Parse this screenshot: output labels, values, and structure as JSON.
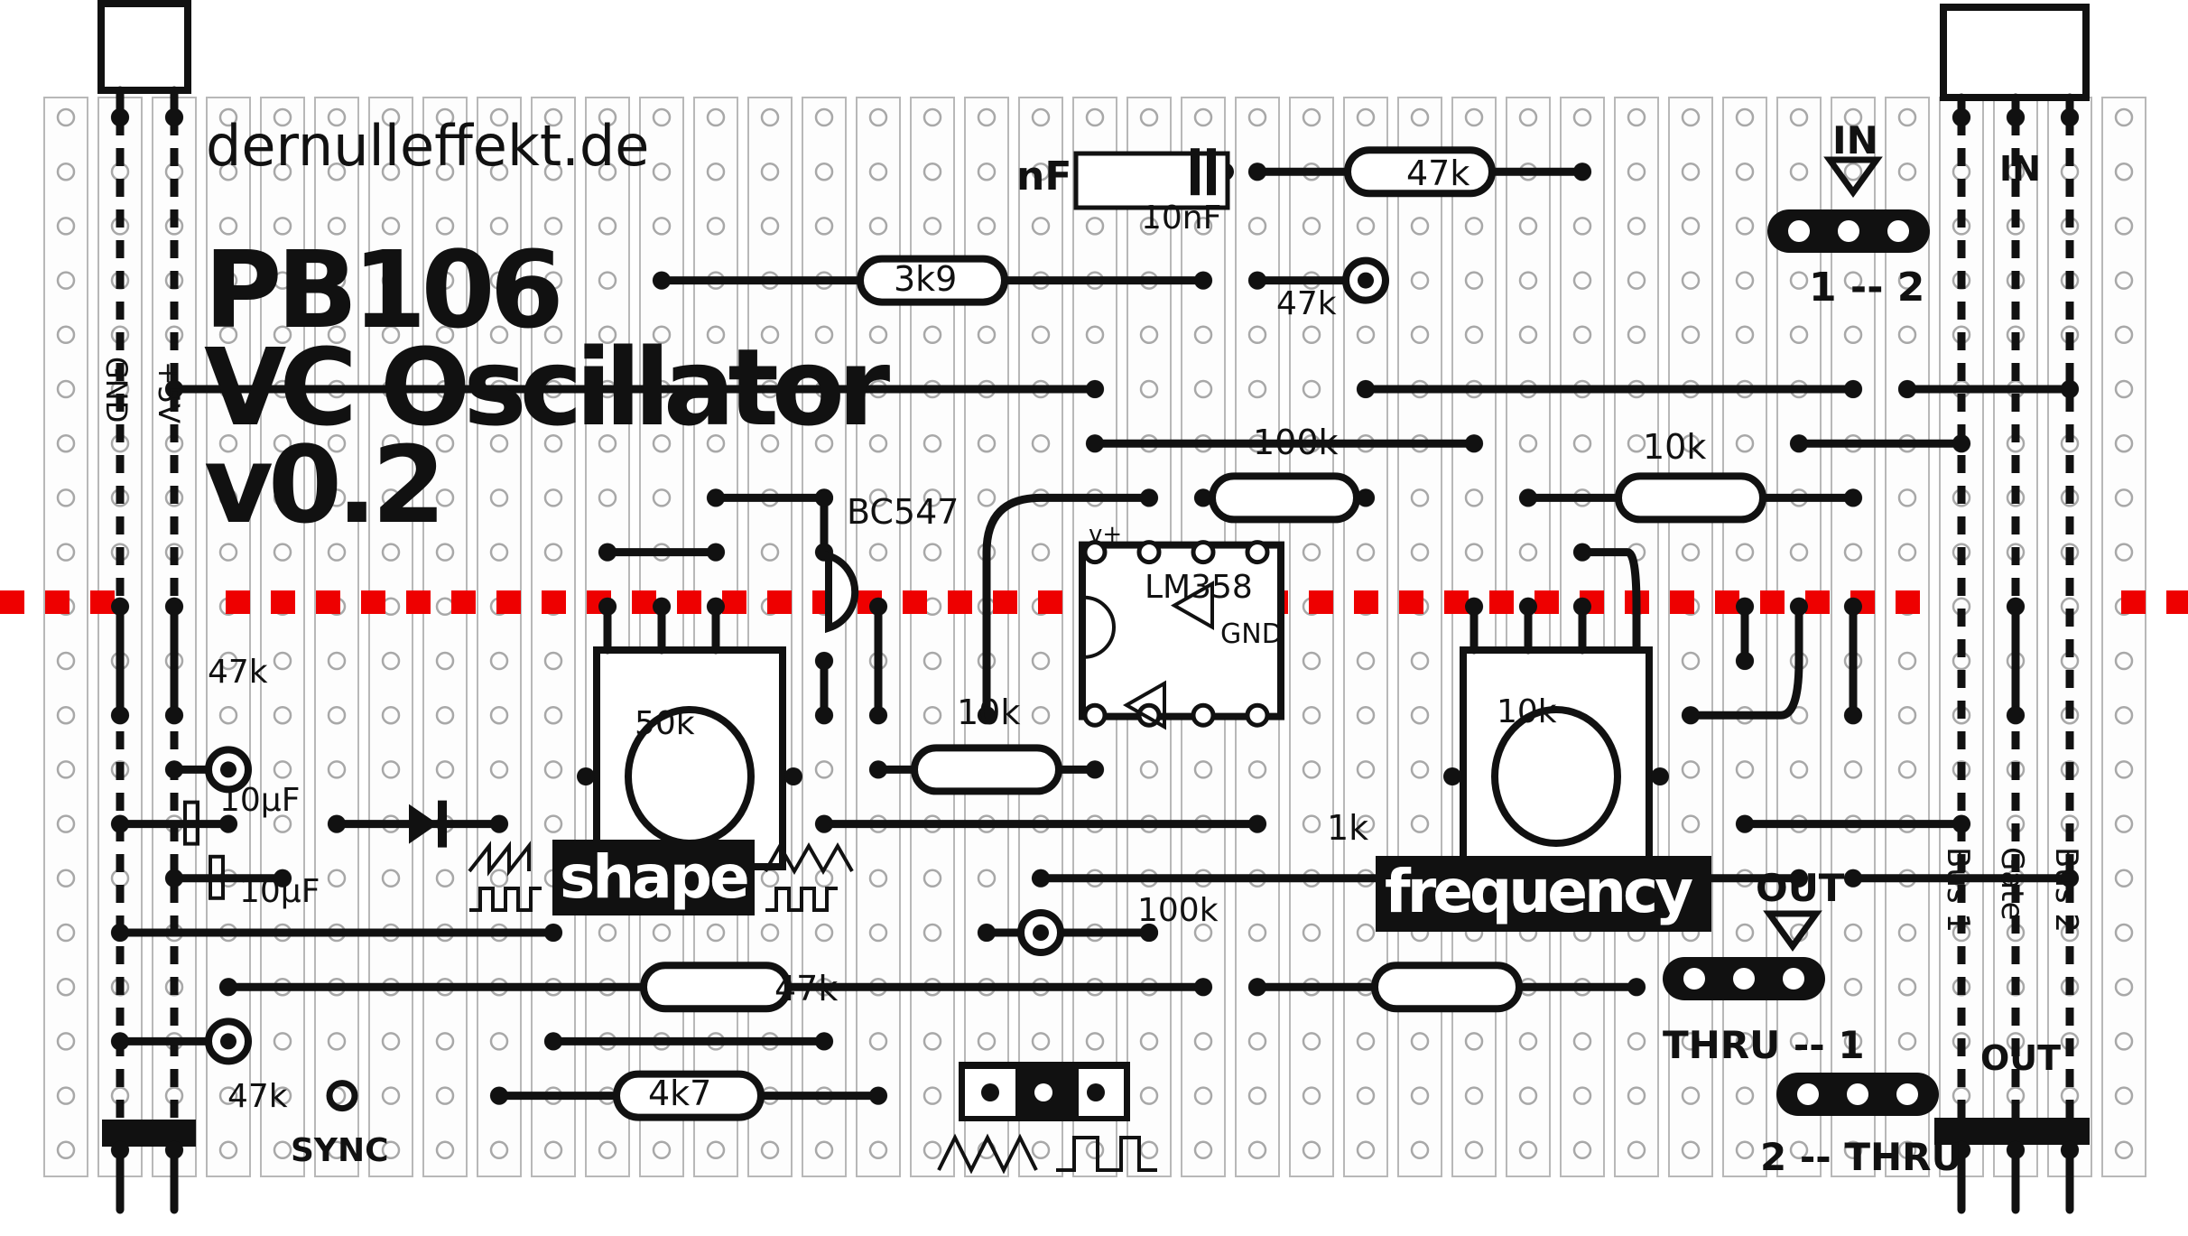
{
  "title": {
    "site": "dernulleffekt.de",
    "model": "PB106",
    "name": "VC Oscillator",
    "version": "v0.2"
  },
  "power_header": {
    "gnd_label": "GND",
    "vcc_label": "+5V"
  },
  "bus_header": {
    "in_label": "IN",
    "out_label": "OUT",
    "bus1_label": "Bus 1",
    "gate_label": "Gate",
    "bus2_label": "Bus 2"
  },
  "jumpers": {
    "in_jumper": {
      "arrow_label": "IN",
      "caption": "1 -- 2"
    },
    "out_jumper": {
      "arrow_label": "OUT",
      "caption_top": "THRU -- 1",
      "caption_bottom": "2 -- THRU"
    },
    "wave_jumper": {
      "left_wave": "triangle-wave-icon",
      "right_wave": "square-wave-icon"
    }
  },
  "components": {
    "cap_box_label": "nF",
    "cap_10nF": "10nF",
    "r_47k_top": "47k",
    "r_3k9": "3k9",
    "trim_47k_top": "47k",
    "r_100k": "100k",
    "r_10k_right": "10k",
    "transistor": "BC547",
    "ic": "LM358",
    "ic_vplus": "v+",
    "ic_gnd": "GND",
    "pot_shape": "50k",
    "pot_frequency": "10k",
    "r_10k_mid": "10k",
    "r_1k": "1k",
    "trim_47k_left": "47k",
    "cap_10uF_a": "10µF",
    "cap_10uF_b": "10µF",
    "trim_100k": "100k",
    "r_47k_bottom": "47k",
    "trim_47k_bottom": "47k",
    "r_4k7": "4k7",
    "sync_label": "SYNC"
  },
  "knob_labels": {
    "shape": "shape",
    "frequency": "frequency"
  },
  "colors": {
    "ink": "#111111",
    "cut_line": "#ee0000",
    "strip": "#b8b8b8"
  }
}
